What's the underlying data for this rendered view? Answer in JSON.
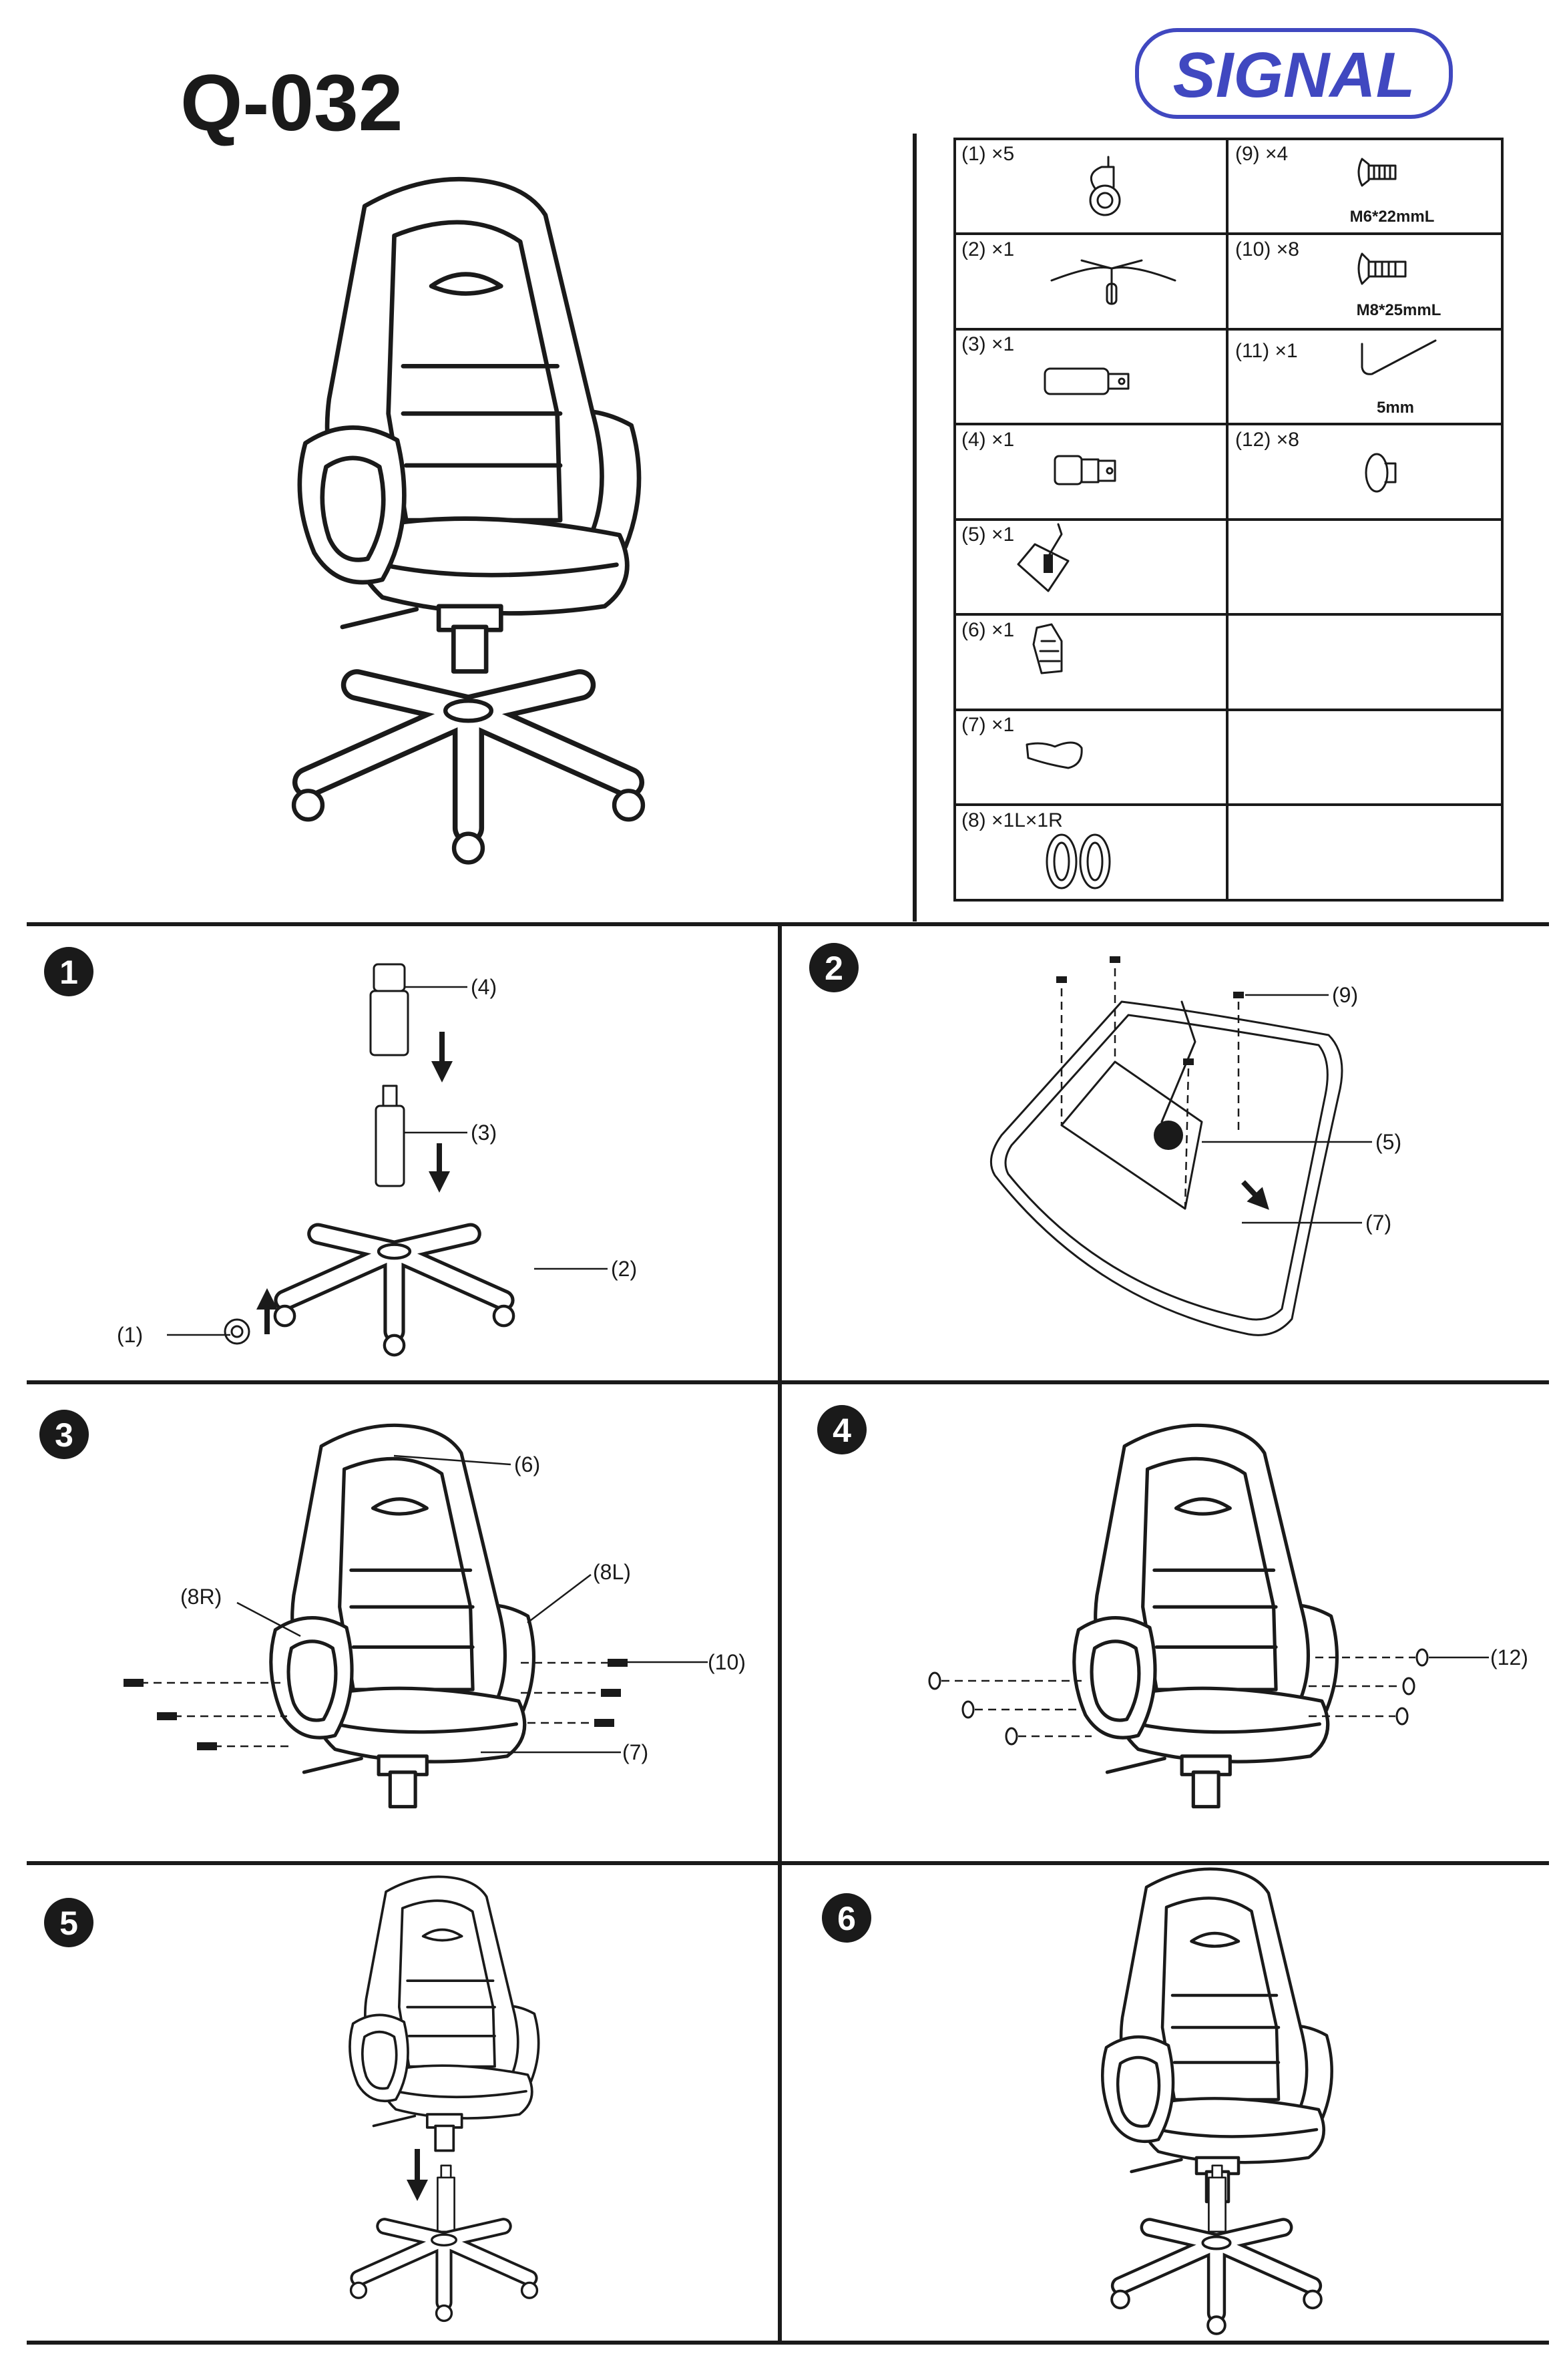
{
  "header": {
    "model": "Q-032",
    "brand": "SIGNAL"
  },
  "colors": {
    "brand": "#4048c0",
    "ink": "#1a1a1a"
  },
  "parts": [
    {
      "id": "(1)",
      "qty": "×5",
      "size": ""
    },
    {
      "id": "(2)",
      "qty": "×1",
      "size": ""
    },
    {
      "id": "(3)",
      "qty": "×1",
      "size": ""
    },
    {
      "id": "(4)",
      "qty": "×1",
      "size": ""
    },
    {
      "id": "(5)",
      "qty": "×1",
      "size": ""
    },
    {
      "id": "(6)",
      "qty": "×1",
      "size": ""
    },
    {
      "id": "(7)",
      "qty": "×1",
      "size": ""
    },
    {
      "id": "(8)",
      "qty": "×1L×1R",
      "size": ""
    },
    {
      "id": "(9)",
      "qty": "×4",
      "size": "M6*22mmL"
    },
    {
      "id": "(10)",
      "qty": "×8",
      "size": "M8*25mmL"
    },
    {
      "id": "(11)",
      "qty": "×1",
      "size": "5mm"
    },
    {
      "id": "(12)",
      "qty": "×8",
      "size": ""
    }
  ],
  "steps": [
    {
      "number": "1",
      "callouts": [
        "(4)",
        "(3)",
        "(2)",
        "(1)"
      ]
    },
    {
      "number": "2",
      "callouts": [
        "(9)",
        "(5)",
        "(7)"
      ]
    },
    {
      "number": "3",
      "callouts": [
        "(6)",
        "(8R)",
        "(8L)",
        "(10)",
        "(7)"
      ]
    },
    {
      "number": "4",
      "callouts": [
        "(12)"
      ]
    },
    {
      "number": "5",
      "callouts": []
    },
    {
      "number": "6",
      "callouts": []
    }
  ]
}
